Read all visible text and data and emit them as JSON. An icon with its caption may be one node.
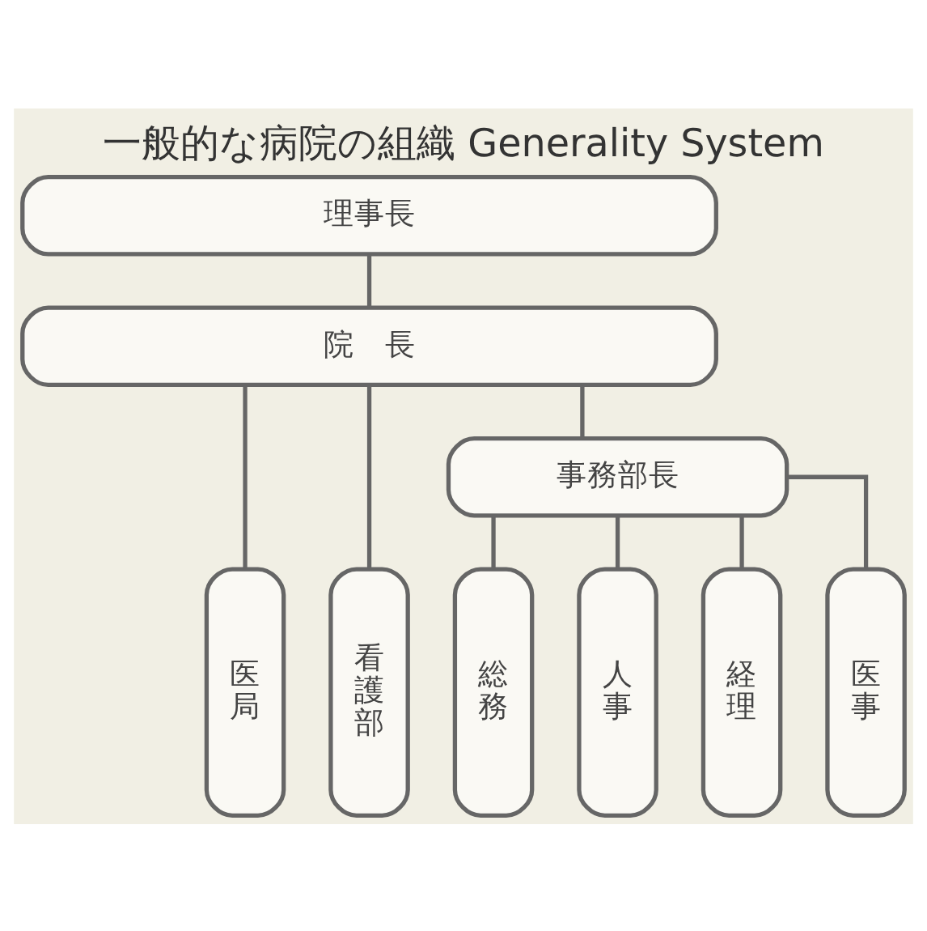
{
  "diagram": {
    "title": "一般的な病院の組織 Generality System",
    "nodes": [
      {
        "text": [
          "理事長"
        ]
      },
      {
        "text": [
          "院　長"
        ]
      },
      {
        "text": [
          "医局"
        ]
      },
      {
        "text": [
          "看護部"
        ]
      },
      {
        "text": [
          "事務部長"
        ]
      },
      {
        "text": [
          "総務"
        ]
      },
      {
        "text": [
          "人事"
        ]
      },
      {
        "text": [
          "経理"
        ]
      },
      {
        "text": [
          "医事"
        ]
      }
    ],
    "edges": [
      {
        "from": 0,
        "to": 1,
        "arrow": "none"
      },
      {
        "from": 1,
        "to": 2,
        "arrow": "none"
      },
      {
        "from": 1,
        "to": 3,
        "arrow": "none"
      },
      {
        "from": 1,
        "to": 4,
        "arrow": "none"
      },
      {
        "from": 4,
        "to": 5,
        "arrow": "none"
      },
      {
        "from": 4,
        "to": 6,
        "arrow": "none"
      },
      {
        "from": 4,
        "to": 7,
        "arrow": "none"
      },
      {
        "from": 4,
        "to": 8,
        "arrow": "none"
      }
    ]
  }
}
